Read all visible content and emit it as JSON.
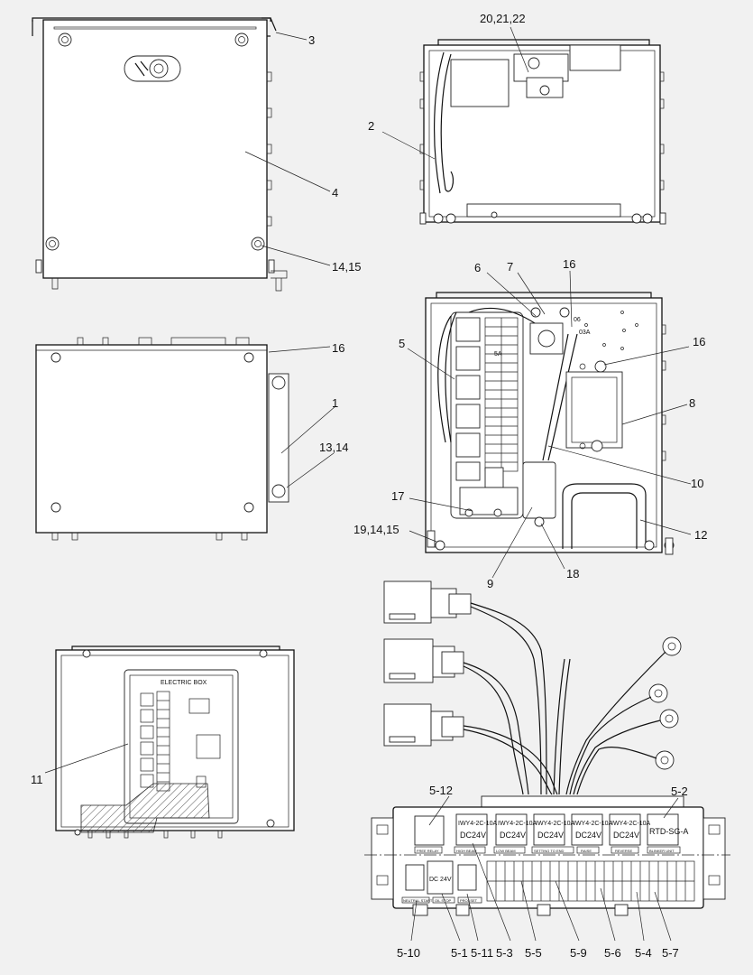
{
  "callouts": {
    "c3": "3",
    "c4": "4",
    "c14_15a": "14,15",
    "c20_22": "20,21,22",
    "c2": "2",
    "c16a": "16",
    "c1": "1",
    "c13_14": "13,14",
    "c6": "6",
    "c7": "7",
    "c16b": "16",
    "c5": "5",
    "c16c": "16",
    "c8": "8",
    "c10": "10",
    "c17": "17",
    "c19_14_15": "19,14,15",
    "c12": "12",
    "c9": "9",
    "c18": "18",
    "c11": "11",
    "c5_12": "5-12",
    "c5_2": "5-2",
    "c5_10": "5-10",
    "c5_1": "5-1",
    "c5_11": "5-11",
    "c5_3": "5-3",
    "c5_5": "5-5",
    "c5_9": "5-9",
    "c5_6": "5-6",
    "c5_4": "5-4",
    "c5_7": "5-7"
  },
  "inner_labels": {
    "electric_box": "ELECTRIC BOX",
    "relay_spec": "DC24V",
    "rtd": "RTD-SG-A",
    "dc24v_small": "DC 24V",
    "wire_5a": "5A",
    "wire_03a": "03A",
    "wire_06": "06"
  },
  "relay_text": "IWY4-2C-10A",
  "strip_labels": [
    "FREE RELAY",
    "HIGH BEAM",
    "LOW BEAM",
    "SETTING TO END",
    "RAISE",
    "REVERSE",
    "BLINKER UNIT",
    "NEUTRAL START",
    "OIL STOP",
    "PROXSET"
  ]
}
